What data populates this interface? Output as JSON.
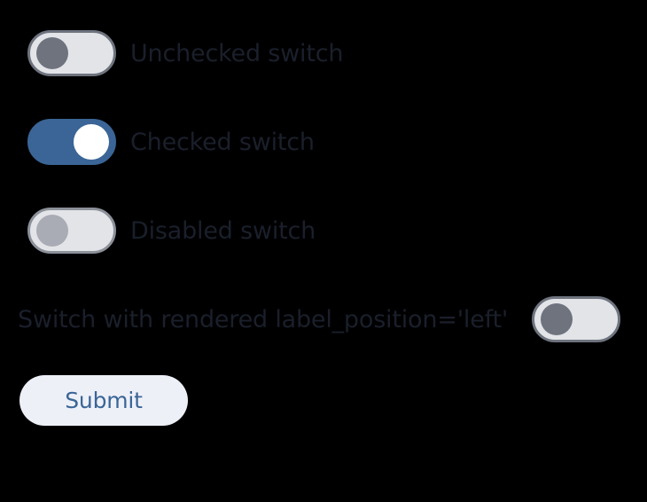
{
  "page": {
    "background_color": "#000000"
  },
  "theme": {
    "accent_color": "#3a6596",
    "label_color": "#1a1f2b",
    "switch_track_color": "#e2e4e8",
    "switch_border_color": "#6e737e",
    "switch_thumb_color": "#6e737e",
    "switch_thumb_disabled_color": "#a9acb4",
    "switch_checked_track_color": "#3a6596",
    "switch_checked_thumb_color": "#ffffff",
    "button_background_color": "#eef0f8",
    "button_text_color": "#3a6596"
  },
  "form": {
    "switches": [
      {
        "name": "unchecked-switch",
        "label": "Unchecked switch",
        "checked": false,
        "disabled": false,
        "label_position": "right"
      },
      {
        "name": "checked-switch",
        "label": "Checked switch",
        "checked": true,
        "disabled": false,
        "label_position": "right"
      },
      {
        "name": "disabled-switch",
        "label": "Disabled switch",
        "checked": false,
        "disabled": true,
        "label_position": "right"
      },
      {
        "name": "label-left-switch",
        "label": "Switch with rendered label_position='left'",
        "checked": false,
        "disabled": false,
        "label_position": "left"
      }
    ],
    "submit": {
      "label": "Submit"
    }
  }
}
